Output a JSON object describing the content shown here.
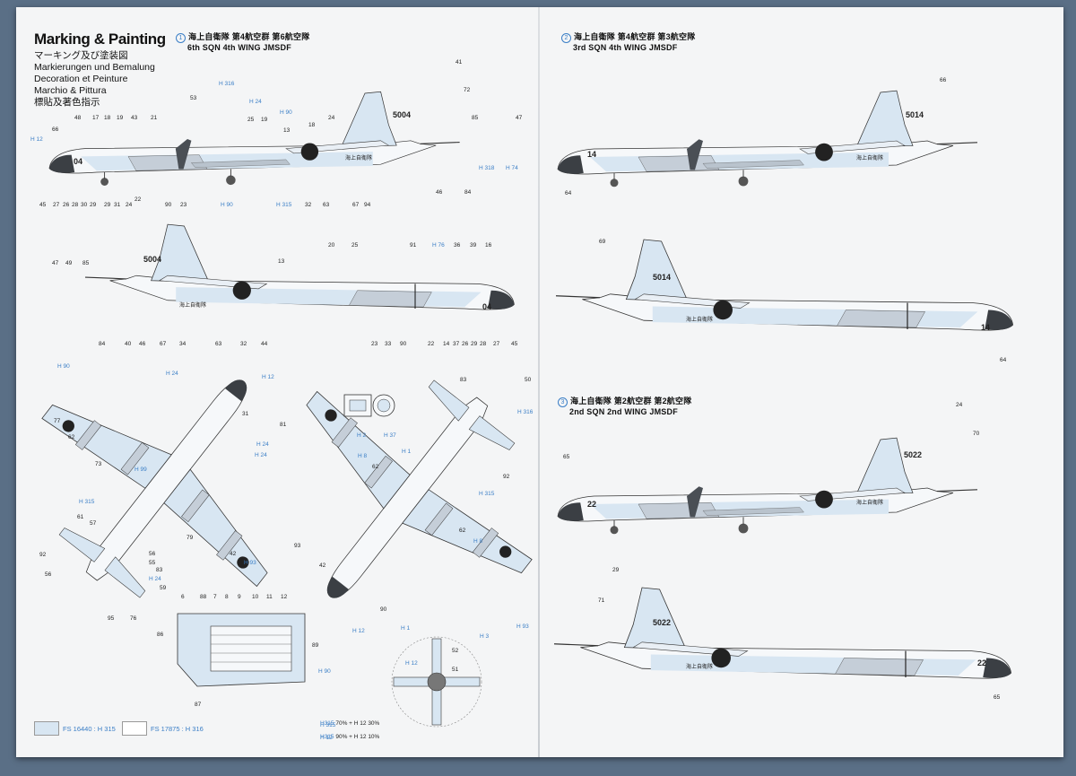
{
  "header": {
    "title": "Marking & Painting",
    "subtitles": [
      "マーキング及び塗装図",
      "Markierungen und Bemalung",
      "Decoration et Peinture",
      "Marchio & Pittura",
      "標貼及著色指示"
    ]
  },
  "sections": [
    {
      "num": "1",
      "jp": "海上自衛隊 第4航空群 第6航空隊",
      "en": "6th SQN 4th WING JMSDF",
      "tail": "5004",
      "nose": "04"
    },
    {
      "num": "2",
      "jp": "海上自衛隊 第4航空群 第3航空隊",
      "en": "3rd SQN 4th WING JMSDF",
      "tail": "5014",
      "nose": "14"
    },
    {
      "num": "3",
      "jp": "海上自衛隊 第2航空群 第2航空隊",
      "en": "2nd SQN 2nd WING JMSDF",
      "tail": "5022",
      "nose": "22"
    }
  ],
  "fuselage_text": "海上自衛隊",
  "callouts": {
    "s1_side": [
      "41",
      "H 316",
      "53",
      "H 24",
      "72",
      "H 90",
      "48",
      "17",
      "18",
      "19",
      "43",
      "21",
      "25",
      "19",
      "18",
      "24",
      "85",
      "13",
      "47",
      "H 12",
      "66",
      "H 318",
      "H 74",
      "45",
      "27",
      "26",
      "28",
      "30",
      "29",
      "29",
      "31",
      "24",
      "22",
      "90",
      "23",
      "H 90",
      "H 315",
      "32",
      "63",
      "67",
      "94",
      "46",
      "84"
    ],
    "s1_right": [
      "47",
      "49",
      "85",
      "20",
      "25",
      "91",
      "H 76",
      "36",
      "39",
      "16",
      "13",
      "84",
      "40",
      "46",
      "67",
      "34",
      "63",
      "32",
      "44",
      "23",
      "33",
      "90",
      "22",
      "14",
      "37",
      "26",
      "29",
      "28",
      "27",
      "45"
    ],
    "s2": [
      "66",
      "64",
      "69",
      "64"
    ],
    "s3": [
      "24",
      "70",
      "65",
      "29",
      "71",
      "65"
    ],
    "plan_bottom": [
      "H 90",
      "H 24",
      "H 12",
      "77",
      "31",
      "62",
      "H 24",
      "73",
      "81",
      "H 99",
      "H 315",
      "H 24",
      "61",
      "57",
      "92",
      "56",
      "55",
      "56",
      "83",
      "H 24",
      "42",
      "59",
      "95",
      "76",
      "H 93",
      "93",
      "79"
    ],
    "plan_top": [
      "83",
      "50",
      "H 316",
      "H 2",
      "H 37",
      "H 1",
      "H 8",
      "62",
      "H 315",
      "92",
      "62",
      "H 8",
      "42",
      "90",
      "H 12",
      "H 93"
    ],
    "detail": [
      "6",
      "88",
      "7",
      "8",
      "9",
      "10",
      "11",
      "12",
      "86",
      "89",
      "H 90",
      "87"
    ],
    "prop": [
      "H 1",
      "H 3",
      "52",
      "H 12",
      "51",
      "H 315",
      "H 12"
    ]
  },
  "legend": {
    "swatch1_color": "#d8e6f2",
    "swatch1_text": "FS 16440 : H 315",
    "swatch2_color": "#ffffff",
    "swatch2_text": "FS 17875 : H 316"
  },
  "mix": [
    {
      "code": "H315",
      "text": "70% + H 12 30%"
    },
    {
      "code": "H315",
      "text": "90% + H 12 10%"
    }
  ],
  "colors": {
    "light_gray": "#d8e6f2",
    "mid_gray": "#a9b2bb",
    "dark": "#3b3f44",
    "accent": "#3a7ec6"
  }
}
